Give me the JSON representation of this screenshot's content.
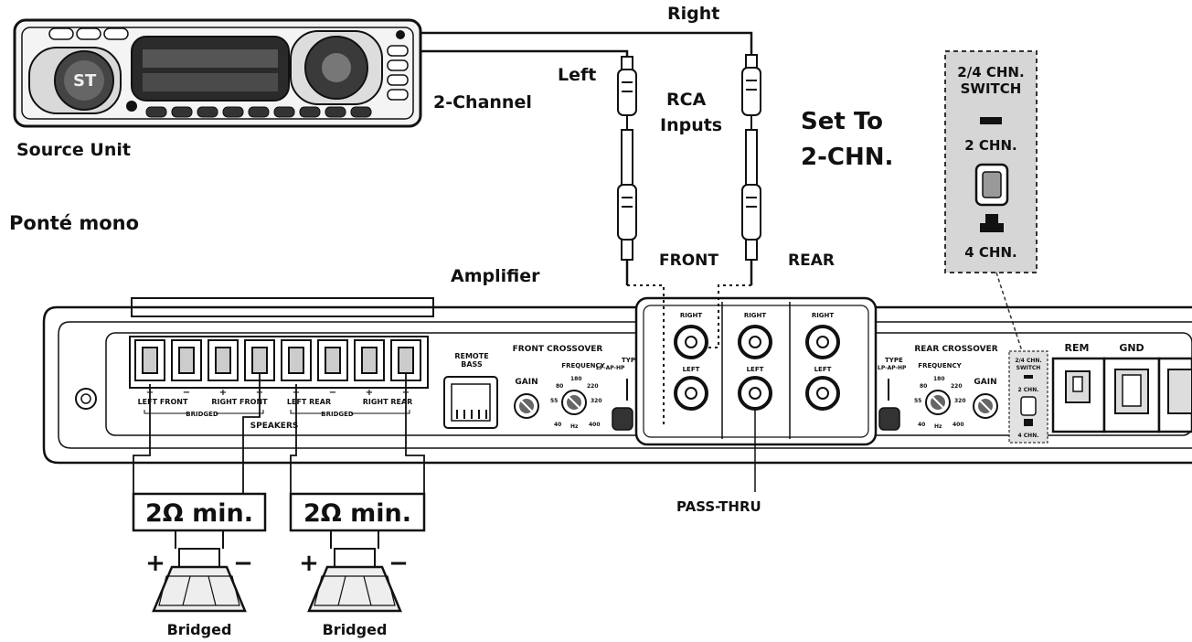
{
  "labels": {
    "source_unit": "Source Unit",
    "two_channel": "2-Channel",
    "left": "Left",
    "right": "Right",
    "rca_line1": "RCA",
    "rca_line2": "Inputs",
    "set_to_line1": "Set To",
    "set_to_line2": "2-CHN.",
    "bridged_mono": "Ponté mono",
    "amplifier": "Amplifier",
    "front": "FRONT",
    "rear": "REAR",
    "pass_thru": "PASS-THRU"
  },
  "switch_callout": {
    "title_line1": "2/4 CHN.",
    "title_line2": "SWITCH",
    "opt_2": "2 CHN.",
    "opt_4": "4 CHN."
  },
  "amp_panel": {
    "remote_line1": "REMOTE",
    "remote_line2": "BASS",
    "front_crossover": "FRONT CROSSOVER",
    "rear_crossover": "REAR CROSSOVER",
    "gain": "GAIN",
    "frequency": "FREQUENCY",
    "type_line1": "TYPE",
    "type_line2": "LP-AP-HP",
    "hz": "Hz",
    "freq_ticks": [
      "40",
      "55",
      "80",
      "180",
      "220",
      "320",
      "400"
    ],
    "speakers": "SPEAKERS",
    "bridged_small": "BRIDGED",
    "left_front": "LEFT FRONT",
    "right_front": "RIGHT FRONT",
    "left_rear": "LEFT REAR",
    "right_rear": "RIGHT REAR",
    "plus": "+",
    "minus": "−",
    "rca_right": "RIGHT",
    "rca_left": "LEFT",
    "rem": "REM",
    "gnd": "GND",
    "switch_line1": "2/4 CHN.",
    "switch_line2": "SWITCH",
    "switch_2": "2 CHN.",
    "switch_4": "4 CHN."
  },
  "speakers": [
    {
      "impedance": "2Ω min.",
      "plus": "+",
      "minus": "−",
      "caption": "Bridged"
    },
    {
      "impedance": "2Ω min.",
      "plus": "+",
      "minus": "−",
      "caption": "Bridged"
    }
  ]
}
